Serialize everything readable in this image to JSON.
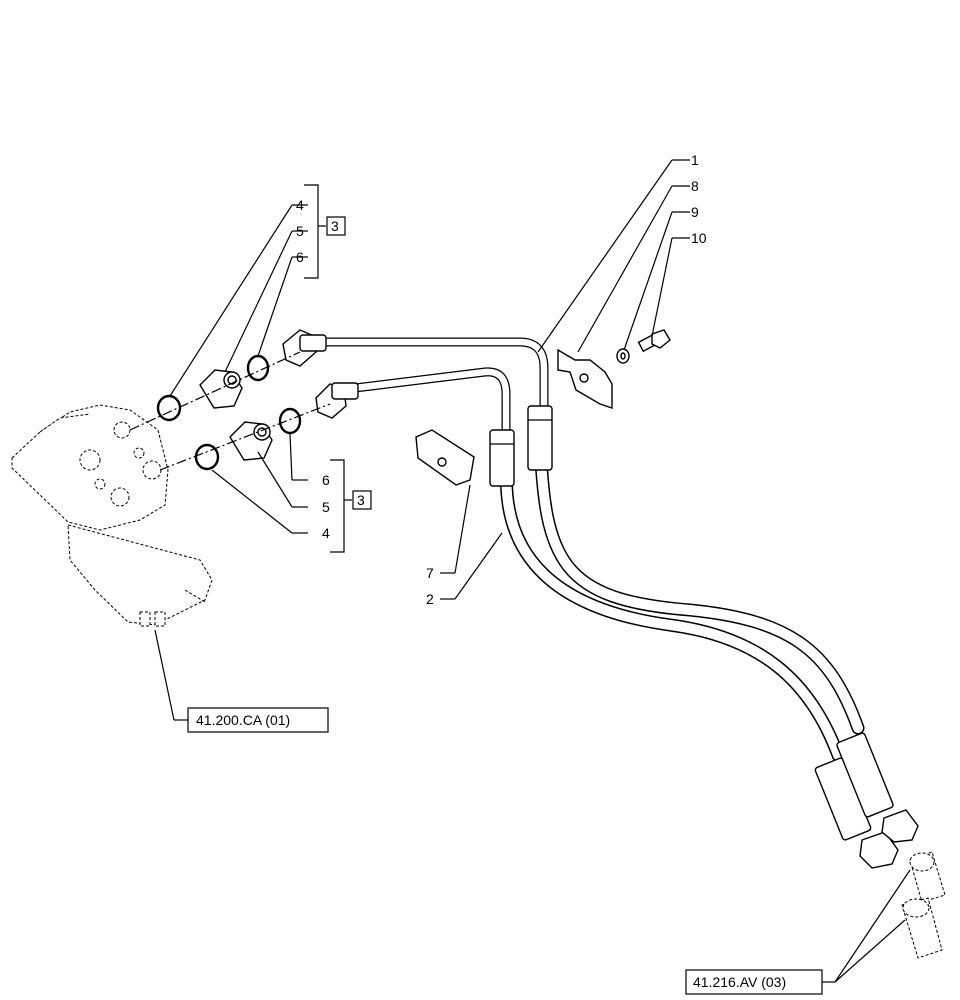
{
  "callouts": {
    "c1": "1",
    "c2": "2",
    "c4a": "4",
    "c5a": "5",
    "c6a": "6",
    "c3a": "3",
    "c4b": "4",
    "c5b": "5",
    "c6b": "6",
    "c3b": "3",
    "c7": "7",
    "c8": "8",
    "c9": "9",
    "c10": "10"
  },
  "references": {
    "steering_unit": "41.200.CA (01)",
    "cylinder_fittings": "41.216.AV (03)"
  }
}
